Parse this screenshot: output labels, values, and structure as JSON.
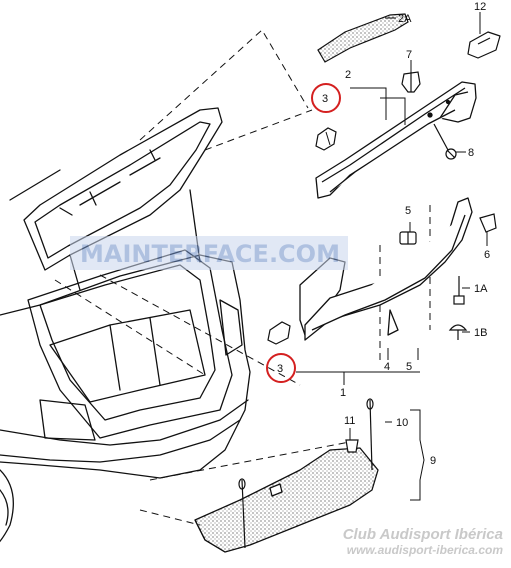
{
  "watermark": "MAINTERFACE.COM",
  "footer": {
    "title": "Club Audisport Ibérica",
    "url": "www.audisport-iberica.com"
  },
  "callouts": {
    "top": "3",
    "bottom": "3"
  },
  "labels": {
    "l2A": "2A",
    "l12": "12",
    "l7": "7",
    "l2": "2",
    "l8": "8",
    "l5": "5",
    "l6": "6",
    "l1A": "1A",
    "l1B": "1B",
    "l4": "4",
    "l5b": "5",
    "l1": "1",
    "l11": "11",
    "l10": "10",
    "l9": "9"
  },
  "colors": {
    "line": "#111111",
    "callout": "#d42020",
    "watermark": "#6f8fc8"
  }
}
